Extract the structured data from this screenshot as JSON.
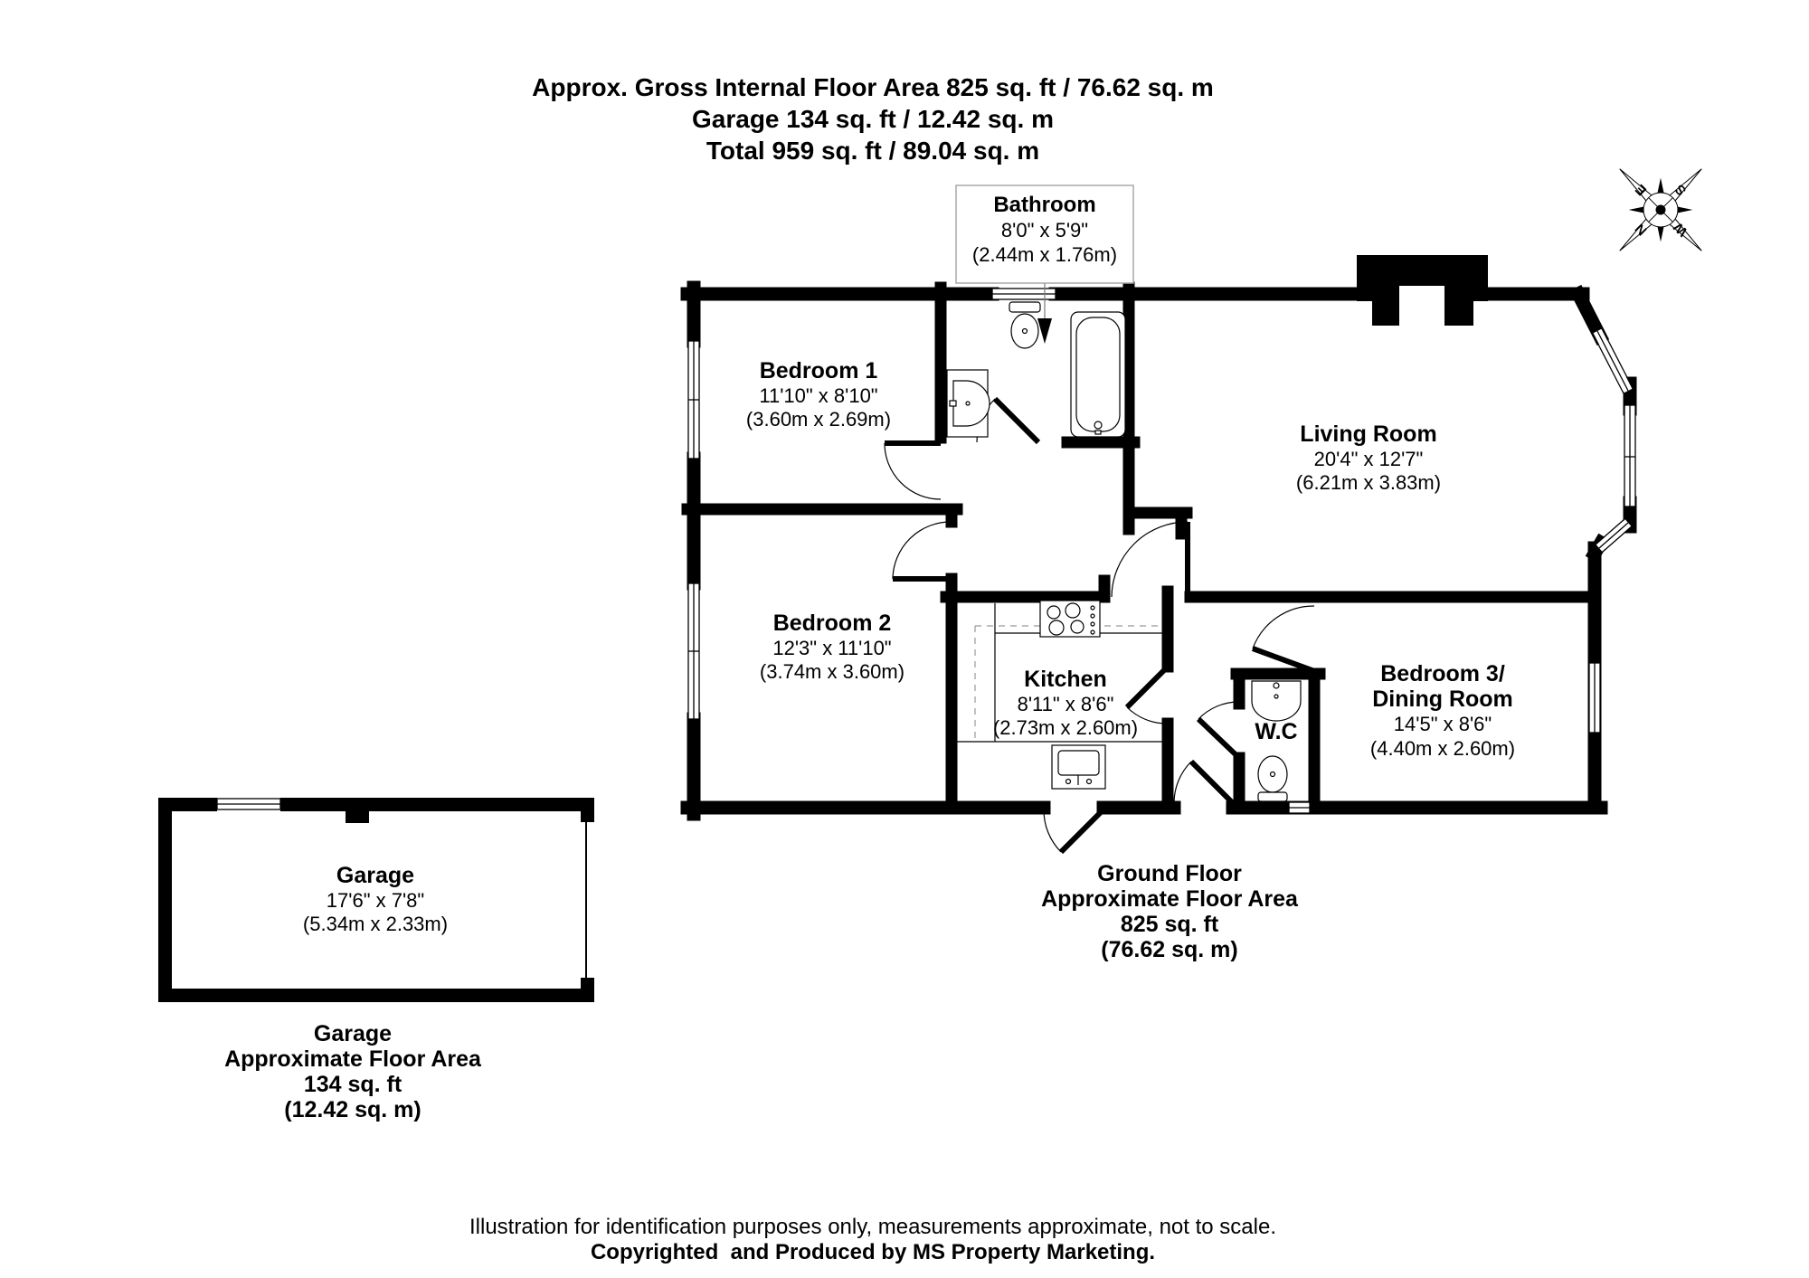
{
  "header": {
    "line1": "Approx. Gross Internal Floor Area 825 sq. ft / 76.62 sq. m",
    "line2": "Garage 134 sq. ft / 12.42 sq. m",
    "line3": "Total 959 sq. ft / 89.04 sq. m"
  },
  "callout": {
    "name": "Bathroom",
    "imperial": "8'0\" x 5'9\"",
    "metric": "(2.44m x 1.76m)"
  },
  "rooms": {
    "bedroom1": {
      "name": "Bedroom 1",
      "imperial": "11'10\" x 8'10\"",
      "metric": "(3.60m x 2.69m)"
    },
    "living_room": {
      "name": "Living Room",
      "imperial": "20'4\" x 12'7\"",
      "metric": "(6.21m x 3.83m)"
    },
    "bedroom2": {
      "name": "Bedroom 2",
      "imperial": "12'3\" x 11'10\"",
      "metric": "(3.74m x 3.60m)"
    },
    "kitchen": {
      "name": "Kitchen",
      "imperial": "8'11\" x 8'6\"",
      "metric": "(2.73m x 2.60m)"
    },
    "wc": {
      "name": "W.C"
    },
    "bedroom3": {
      "name_line1": "Bedroom 3/",
      "name_line2": "Dining Room",
      "imperial": "14'5\" x 8'6\"",
      "metric": "(4.40m x 2.60m)"
    },
    "garage": {
      "name": "Garage",
      "imperial": "17'6\" x 7'8\"",
      "metric": "(5.34m x 2.33m)"
    }
  },
  "summaries": {
    "ground_floor": {
      "line1": "Ground Floor",
      "line2": "Approximate Floor Area",
      "line3": "825 sq. ft",
      "line4": "(76.62 sq. m)"
    },
    "garage": {
      "line1": "Garage",
      "line2": "Approximate Floor Area",
      "line3": "134 sq. ft",
      "line4": "(12.42 sq. m)"
    }
  },
  "compass": {
    "north": "N",
    "east": "E",
    "south": "S",
    "west": "W"
  },
  "footer": {
    "line1": "Illustration for identification purposes only, measurements approximate, not to scale.",
    "line2": "Copyrighted  and Produced by MS Property Marketing."
  },
  "colors": {
    "wall": "#000000",
    "window_frame": "#000000",
    "callout_border": "#a8a8a8",
    "background": "#ffffff"
  }
}
